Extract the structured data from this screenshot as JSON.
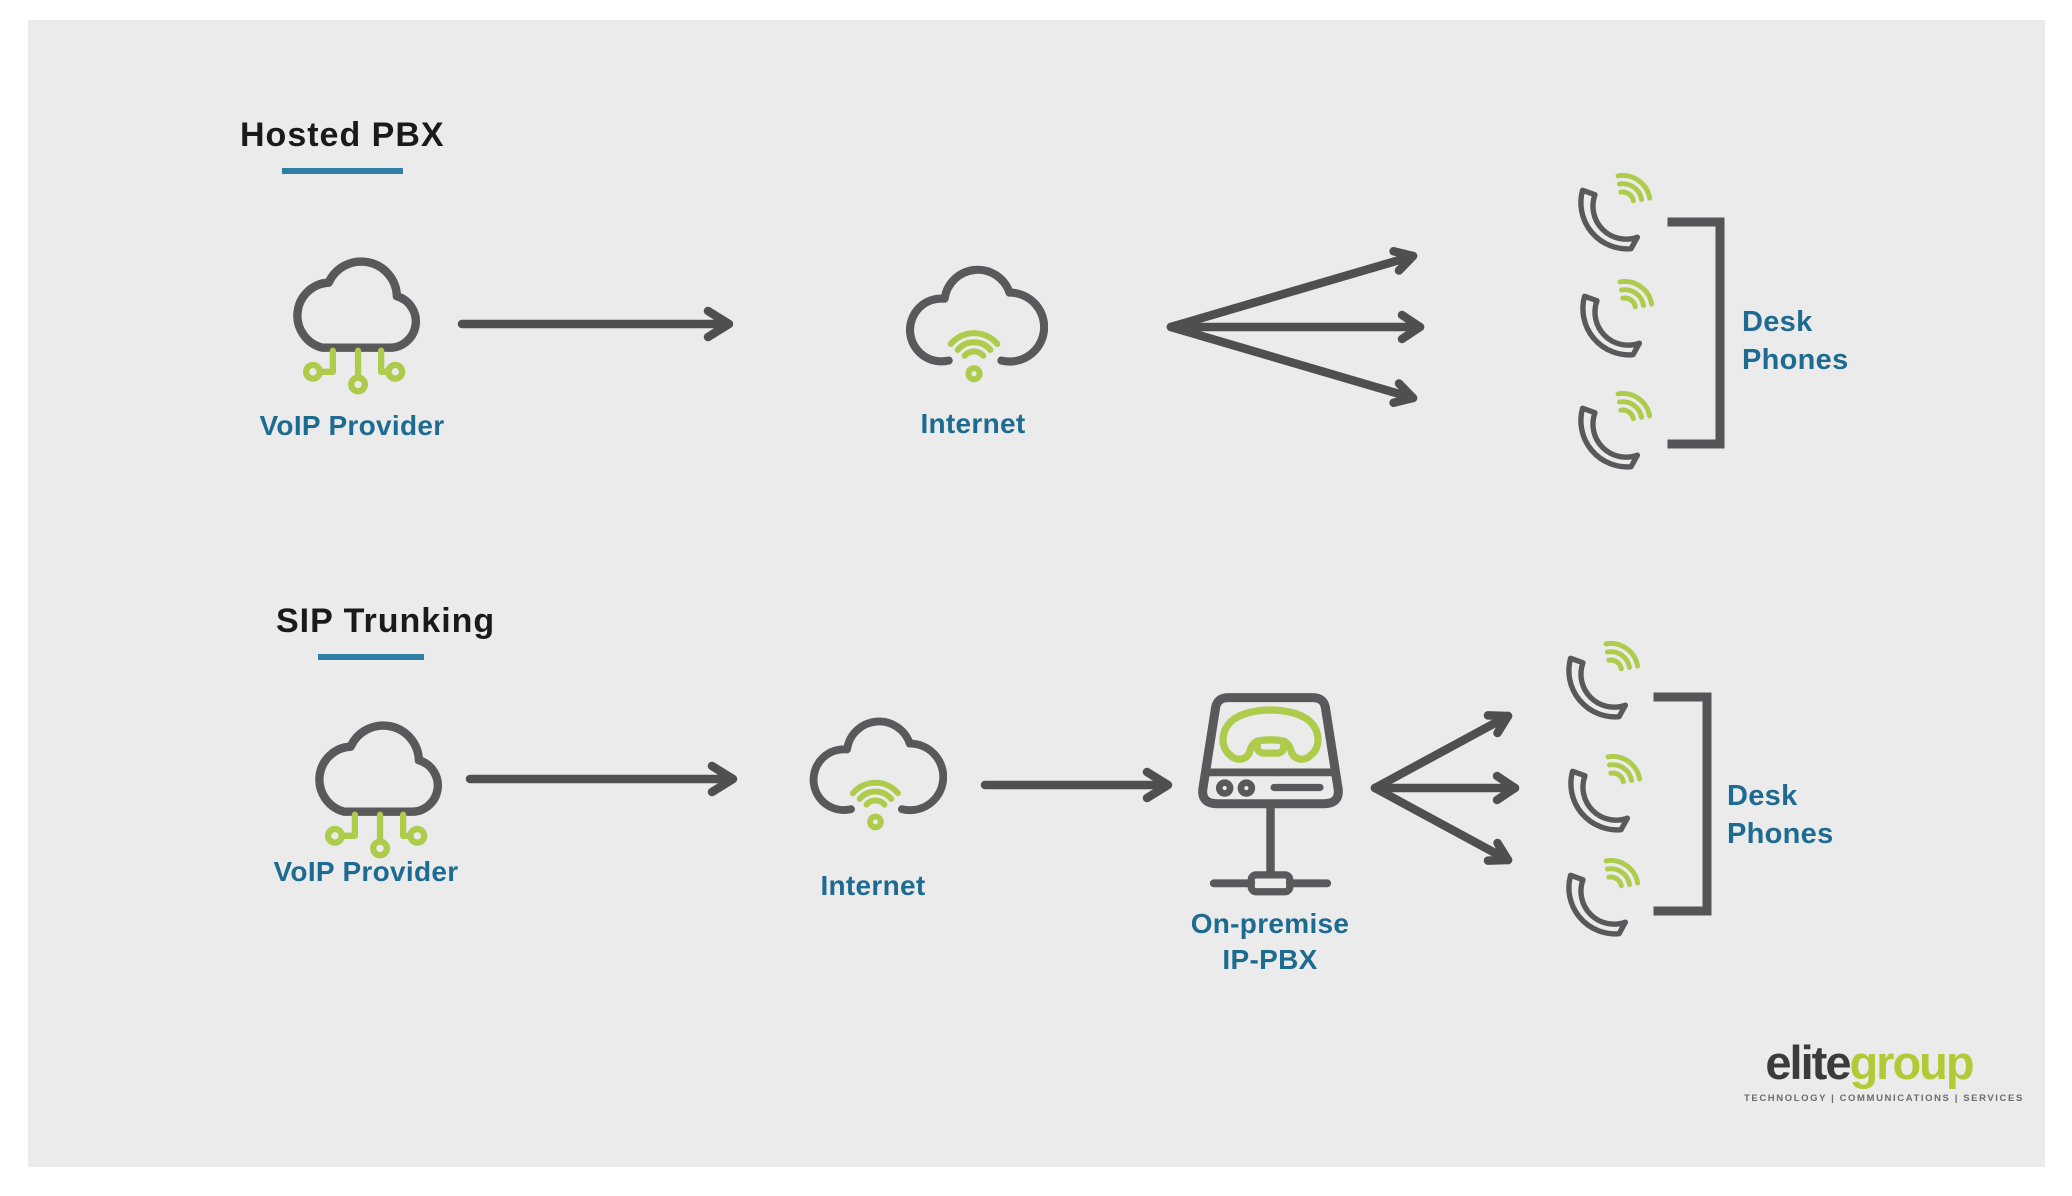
{
  "colors": {
    "canvas_background": "#ebebeb",
    "page_background": "#ffffff",
    "icon_gray": "#58595b",
    "arrow_gray": "#4f4f4f",
    "accent_green": "#afcb4b",
    "label_teal": "#1e6b91",
    "underline_teal": "#2e7ea6",
    "title_black": "#1a1a1a",
    "logo_dark": "#3b3b3b",
    "logo_green": "#b3c935",
    "tagline_gray": "#6b6b6b"
  },
  "sections": [
    {
      "title": "Hosted PBX",
      "nodes": {
        "voip_provider": {
          "label": "VoIP Provider",
          "icon": "cloud-network-icon"
        },
        "internet": {
          "label": "Internet",
          "icon": "cloud-wifi-icon"
        },
        "desk_phones": {
          "label": "Desk Phones",
          "icon": "phone-signal-icon",
          "phone_count": 3
        }
      }
    },
    {
      "title": "SIP Trunking",
      "nodes": {
        "voip_provider": {
          "label": "VoIP Provider",
          "icon": "cloud-network-icon"
        },
        "internet": {
          "label": "Internet",
          "icon": "cloud-wifi-icon"
        },
        "ip_pbx": {
          "label": "On-premise IP-PBX",
          "icon": "pbx-appliance-icon"
        },
        "desk_phones": {
          "label": "Desk Phones",
          "icon": "phone-signal-icon",
          "phone_count": 3
        }
      }
    }
  ],
  "logo": {
    "brand_bold": "elite",
    "brand_light": "group",
    "tagline": "TECHNOLOGY | COMMUNICATIONS | SERVICES"
  }
}
